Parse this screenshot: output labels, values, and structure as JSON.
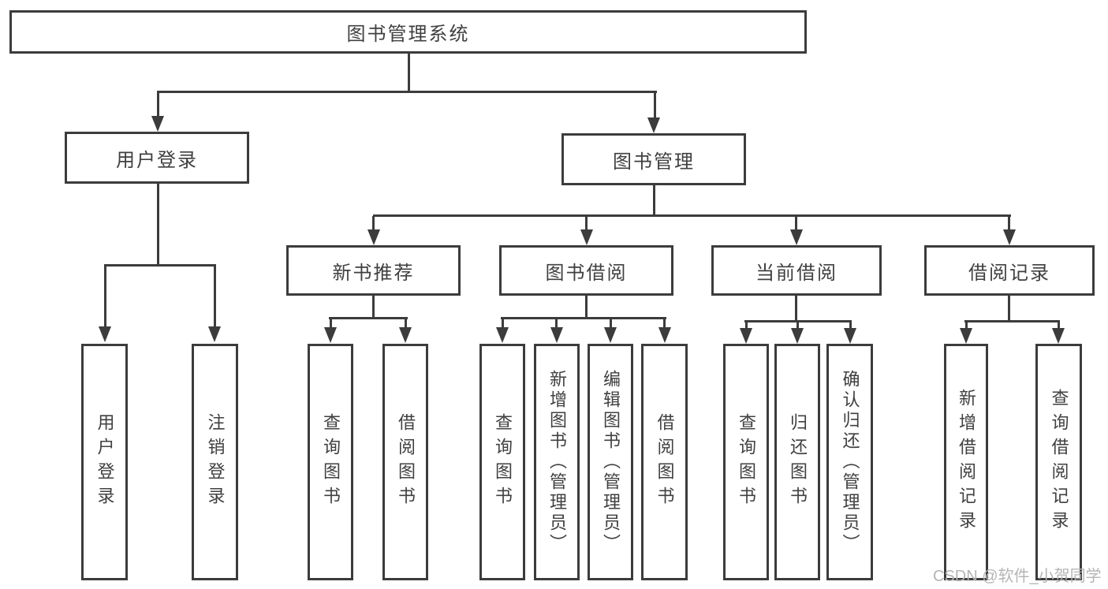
{
  "title": "图书管理系统",
  "diagram": {
    "root": {
      "label": "图书管理系统"
    },
    "branches": [
      {
        "label": "用户登录"
      },
      {
        "label": "图书管理"
      }
    ],
    "modules": [
      {
        "label": "新书推荐",
        "parent": "图书管理"
      },
      {
        "label": "图书借阅",
        "parent": "图书管理"
      },
      {
        "label": "当前借阅",
        "parent": "图书管理"
      },
      {
        "label": "借阅记录",
        "parent": "图书管理"
      }
    ],
    "leaves": [
      {
        "label": "用户登录",
        "parent": "用户登录"
      },
      {
        "label": "注销登录",
        "parent": "用户登录"
      },
      {
        "label": "查询图书",
        "parent": "新书推荐"
      },
      {
        "label": "借阅图书",
        "parent": "新书推荐"
      },
      {
        "label": "查询图书",
        "parent": "图书借阅"
      },
      {
        "label": "新增图书（管理员）",
        "parent": "图书借阅"
      },
      {
        "label": "编辑图书（管理员）",
        "parent": "图书借阅"
      },
      {
        "label": "借阅图书",
        "parent": "图书借阅"
      },
      {
        "label": "查询图书",
        "parent": "当前借阅"
      },
      {
        "label": "归还图书",
        "parent": "当前借阅"
      },
      {
        "label": "确认归还（管理员）",
        "parent": "当前借阅"
      },
      {
        "label": "新增借阅记录",
        "parent": "借阅记录"
      },
      {
        "label": "查询借阅记录",
        "parent": "借阅记录"
      }
    ],
    "watermark": {
      "text": "CSDN @软件_小贺同学",
      "color": "#b5b5b5"
    },
    "colors": {
      "line": "#3c3c3c",
      "text": "#404040",
      "background": "#ffffff"
    }
  }
}
